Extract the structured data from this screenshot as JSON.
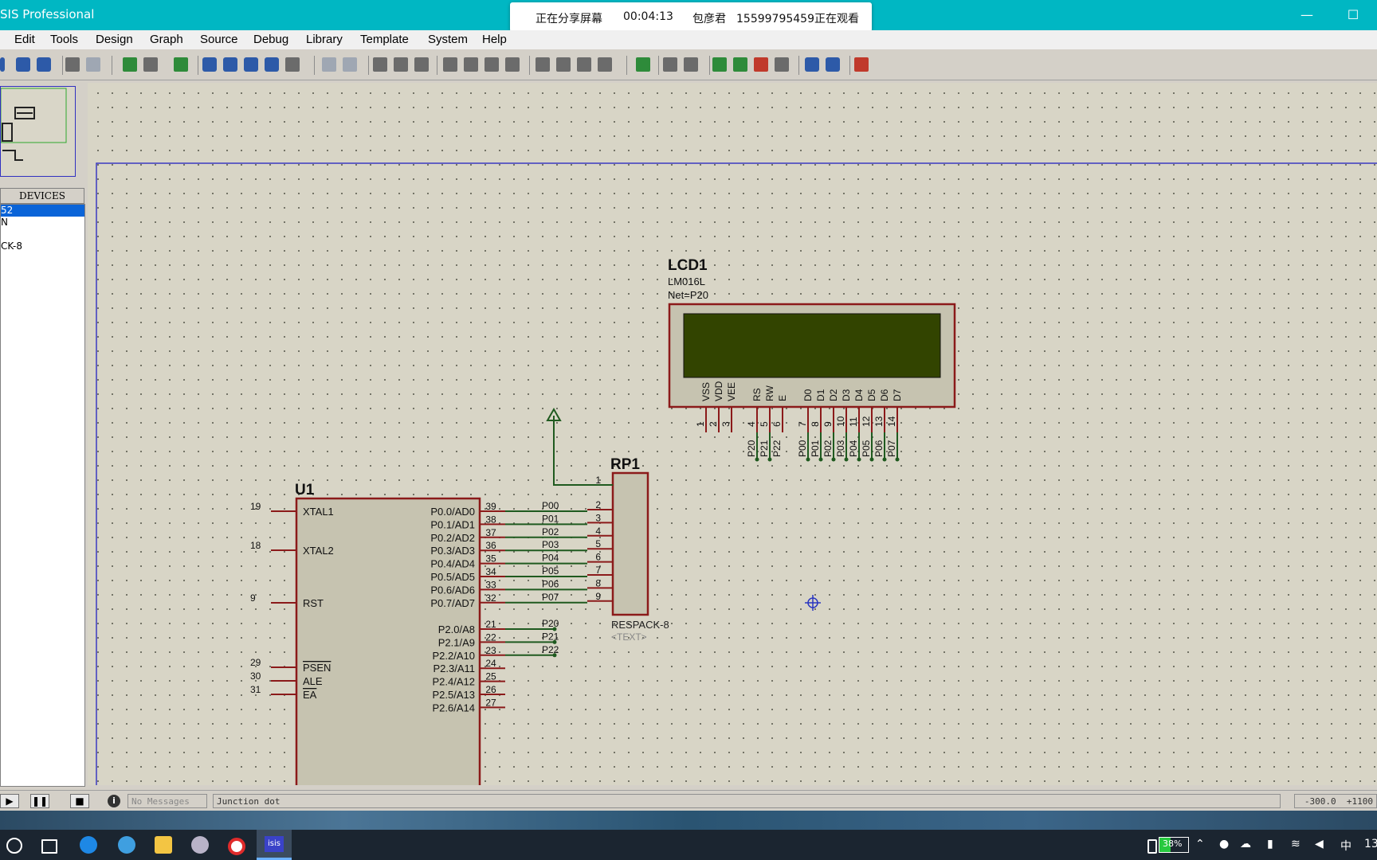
{
  "window": {
    "title": "SIS Professional",
    "minimize": "—",
    "maximize": "☐"
  },
  "share_bar": {
    "status": "正在分享屏幕",
    "timer": "00:04:13",
    "presenter": "包彦君",
    "viewer": "15599795459正在观看"
  },
  "menu": [
    "Edit",
    "Tools",
    "Design",
    "Graph",
    "Source",
    "Debug",
    "Library",
    "Template",
    "System",
    "Help"
  ],
  "panel": {
    "devices_header": "DEVICES",
    "devices": [
      "52",
      "N",
      "",
      "CK-8"
    ]
  },
  "schematic": {
    "lcd": {
      "ref": "LCD1",
      "model": "LM016L",
      "net": "Net=P20",
      "pin_labels": [
        "VSS",
        "VDD",
        "VEE",
        "RS",
        "RW",
        "E",
        "D0",
        "D1",
        "D2",
        "D3",
        "D4",
        "D5",
        "D6",
        "D7"
      ],
      "pin_numbers": [
        "1",
        "2",
        "3",
        "4",
        "5",
        "6",
        "7",
        "8",
        "9",
        "10",
        "11",
        "12",
        "13",
        "14"
      ],
      "net_labels": [
        "P20",
        "P21",
        "P22",
        "P00",
        "P01",
        "P02",
        "P03",
        "P04",
        "P05",
        "P06",
        "P07"
      ]
    },
    "rp": {
      "ref": "RP1",
      "model": "RESPACK-8",
      "text": "<TEXT>",
      "pin_numbers": [
        "1",
        "2",
        "3",
        "4",
        "5",
        "6",
        "7",
        "8",
        "9"
      ]
    },
    "u1": {
      "ref": "U1",
      "left_pins": [
        {
          "num": "19",
          "name": "XTAL1"
        },
        {
          "num": "18",
          "name": "XTAL2"
        },
        {
          "num": "9",
          "name": "RST"
        },
        {
          "num": "29",
          "name": "PSEN"
        },
        {
          "num": "30",
          "name": "ALE"
        },
        {
          "num": "31",
          "name": "EA"
        }
      ],
      "right_pins": [
        {
          "num": "39",
          "name": "P0.0/AD0",
          "net": "P00"
        },
        {
          "num": "38",
          "name": "P0.1/AD1",
          "net": "P01"
        },
        {
          "num": "37",
          "name": "P0.2/AD2",
          "net": "P02"
        },
        {
          "num": "36",
          "name": "P0.3/AD3",
          "net": "P03"
        },
        {
          "num": "35",
          "name": "P0.4/AD4",
          "net": "P04"
        },
        {
          "num": "34",
          "name": "P0.5/AD5",
          "net": "P05"
        },
        {
          "num": "33",
          "name": "P0.6/AD6",
          "net": "P06"
        },
        {
          "num": "32",
          "name": "P0.7/AD7",
          "net": "P07"
        },
        {
          "num": "21",
          "name": "P2.0/A8",
          "net": "P20"
        },
        {
          "num": "22",
          "name": "P2.1/A9",
          "net": "P21"
        },
        {
          "num": "23",
          "name": "P2.2/A10",
          "net": "P22"
        },
        {
          "num": "24",
          "name": "P2.3/A11",
          "net": ""
        },
        {
          "num": "25",
          "name": "P2.4/A12",
          "net": ""
        },
        {
          "num": "26",
          "name": "P2.5/A13",
          "net": ""
        },
        {
          "num": "27",
          "name": "P2.6/A14",
          "net": ""
        }
      ]
    }
  },
  "status": {
    "messages": "No Messages",
    "hint": "Junction dot",
    "coord_x": "-300.0",
    "coord_y": "+1100"
  },
  "taskbar": {
    "battery": "38%",
    "ime": "中",
    "clock": "13"
  }
}
